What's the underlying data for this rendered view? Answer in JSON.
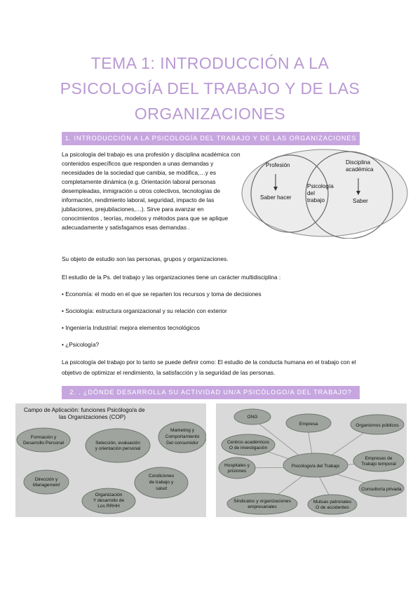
{
  "title": {
    "lines": [
      "TEMA 1: INTRODUCCIÓN A LA",
      "PSICOLOGÍA DEL TRABAJO Y DE LAS",
      "ORGANIZACIONES"
    ]
  },
  "section1": {
    "heading": "1.   INTRODUCCIÓN A LA PSICOLOGÍA DEL TRABAJO Y DE LAS ORGANIZACIONES",
    "intro": "La psicología del trabajo es una profesión y disciplina académica con contenidos específicos que responden a unas demandas y necesidades de la sociedad que cambia, se modifica,…y es completamente dinámica (e.g. Orientación laboral personas desempleadas, inmigración u otros colectivos, tecnologías de información, rendimiento laboral, seguridad, impacto de las jubilaciones, prejubilaciones,…). Sirve para avanzar en conocimientos , teorías, modelos y métodos para que se aplique adecuadamente y satisfagamos esas demandas .",
    "object": "Su objeto de estudio son las personas, grupos y organizaciones.",
    "multi": "El estudio de la Ps. del trabajo y las organizaciones tiene un carácter multidisciplina :",
    "bullets": [
      "• Economía: el modo en el que se reparten los recursos y toma de decisiones",
      "• Sociología: estructura organizacional y su relación con exterior",
      "• Ingeniería Industrial: mejora elementos tecnológicos",
      "• ¿Psicología?"
    ],
    "definition": "La psicología del trabajo por lo tanto se puede definir como: El estudio de la conducta humana en el trabajo con el objetivo de optimizar el rendimiento, la satisfacción y la seguridad de las personas.",
    "venn": {
      "left_title": "Profesión",
      "left_item": "Saber hacer",
      "right_title_1": "Disciplina",
      "right_title_2": "académica",
      "right_item": "Saber",
      "center_1": "Psicología",
      "center_2": "del",
      "center_3": "trabajo"
    }
  },
  "section2": {
    "heading": "2.   . ¿DÓNDE DESARROLLA SU ACTIVIDAD UN/A PSICÓLOGO/A DEL TRABAJO?",
    "cop": {
      "title_1": "Campo de Aplicación: funciones Psicólogo/a de",
      "title_2": "las Organizaciones (COP)",
      "n1a": "Formación y",
      "n1b": "Desarrollo Personal",
      "n2a": "Selección, evaluación",
      "n2b": "y orientación personal",
      "n3a": "Marketing y",
      "n3b": "Comportamiento",
      "n3c": "Del consumidor",
      "n4a": "Dirección y",
      "n4b": "Management",
      "n5a": "Condiciones",
      "n5b": "de trabajo y",
      "n5c": "salud",
      "n6a": "Organización",
      "n6b": "Y desarrollo de",
      "n6c": "Los RRHH"
    },
    "map": {
      "center": "Psicólogo/a del Trabajo",
      "ong": "ONG",
      "empresa": "Empresa",
      "publicos": "Organismos públicos",
      "centros_1": "Centros académicos",
      "centros_2": "O de investigación",
      "hosp_1": "Hospitales y",
      "hosp_2": "prisiones",
      "ett_1": "Empresas de",
      "ett_2": "Trabajo temporal",
      "consult": "Consultoría privada",
      "sind_1": "Sindicatos y organizaciones",
      "sind_2": "empresariales",
      "mutuas_1": "Mutuas patronales",
      "mutuas_2": "O de accidentes"
    }
  }
}
